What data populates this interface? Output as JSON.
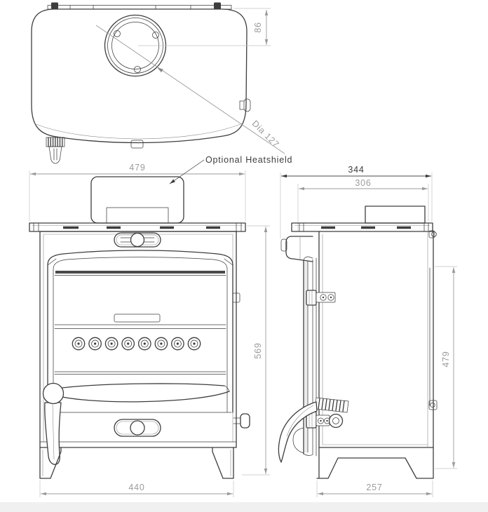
{
  "colors": {
    "line": "#3d3d3d",
    "dimension": "#9b9b9b",
    "dark_label": "#3d3d3d",
    "background": "#ffffff",
    "footer_band": "#f0f0f0"
  },
  "labels": {
    "heatshield": "Optional Heatshield"
  },
  "dimensions": {
    "top_view": {
      "flue_offset": "86",
      "flue_diameter": "Dia 127"
    },
    "front_view": {
      "width": "479",
      "height": "569",
      "leg_span": "440"
    },
    "side_view": {
      "depth_overall": "344",
      "depth_body": "306",
      "rear_height": "479",
      "base_depth": "257"
    }
  }
}
